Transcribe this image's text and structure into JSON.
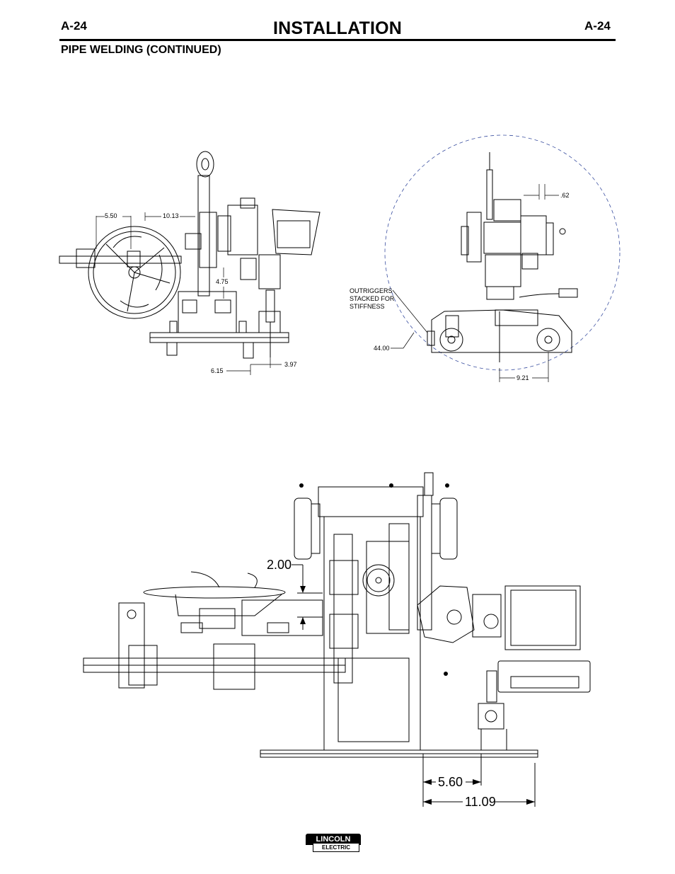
{
  "header": {
    "page_number_left": "A-24",
    "page_number_right": "A-24",
    "title": "INSTALLATION",
    "section": "PIPE WELDING (CONTINUED)"
  },
  "figure_side": {
    "dims": [
      "5.50",
      "10.13",
      "4.75",
      "6.15",
      "3.97"
    ]
  },
  "figure_end": {
    "dims": [
      ".62",
      "44.00",
      "9.21"
    ],
    "note_lines": [
      "OUTRIGGERS",
      "STACKED FOR",
      "STIFFNESS"
    ]
  },
  "figure_top": {
    "dims": [
      "2.00",
      "5.60",
      "11.09"
    ]
  },
  "footer": {
    "logo_top": "LINCOLN",
    "logo_bottom": "ELECTRIC",
    "logo_mark": "®"
  }
}
